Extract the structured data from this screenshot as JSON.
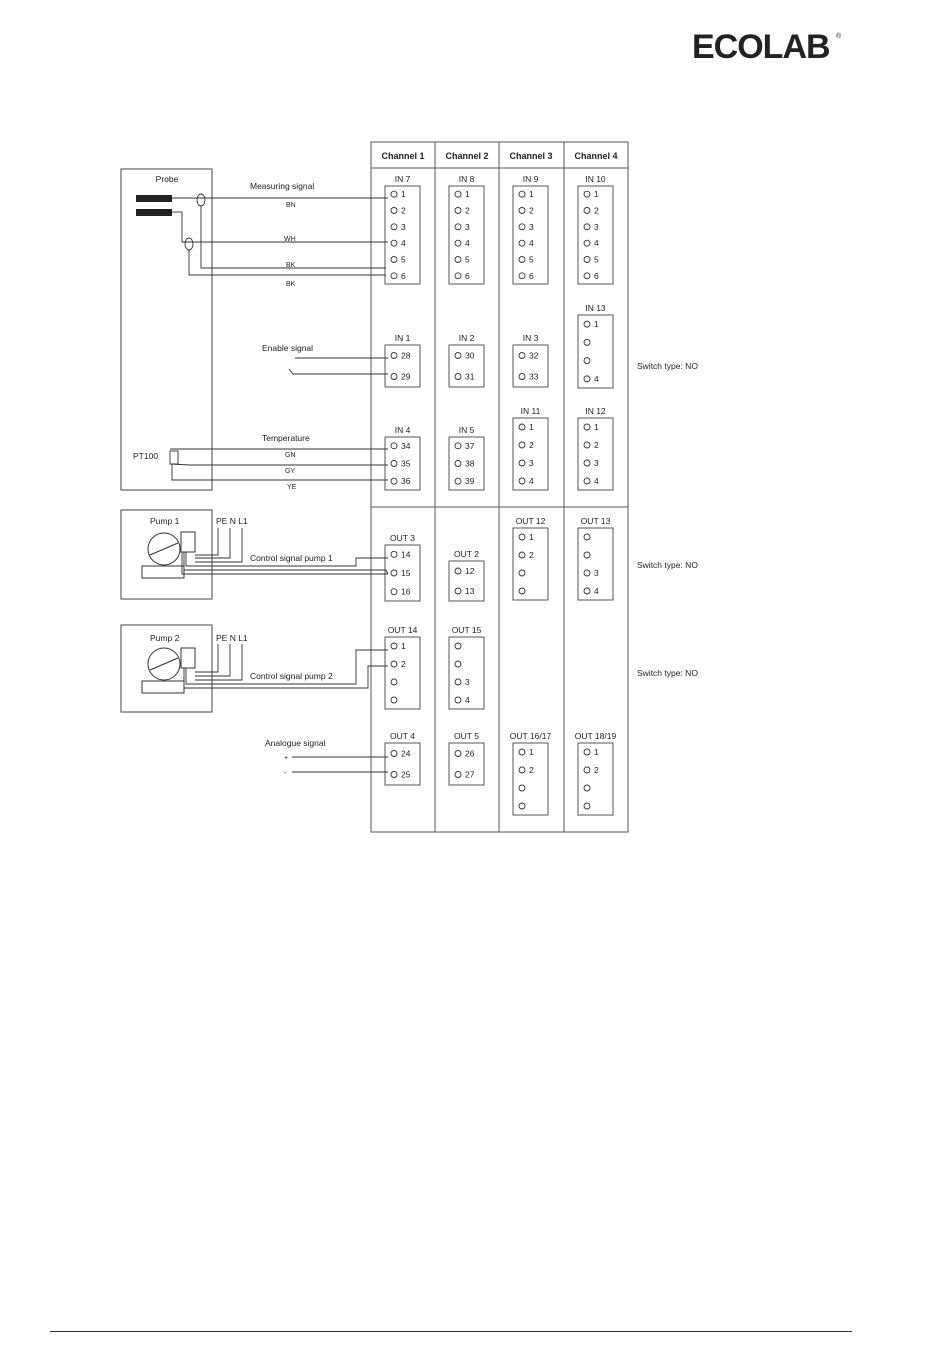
{
  "brand": {
    "name": "ECOLAB",
    "color": "#0a5aa8"
  },
  "channels": [
    "Channel 1",
    "Channel 2",
    "Channel 3",
    "Channel 4"
  ],
  "devices": {
    "probe": "Probe",
    "pt100": "PT100",
    "pump1": "Pump 1",
    "pump2": "Pump 2",
    "power": "PE N L1"
  },
  "signals": {
    "measuring": "Measuring signal",
    "bn": "BN",
    "wh": "WH",
    "bk1": "BK",
    "bk2": "BK",
    "enable": "Enable signal",
    "temperature": "Temperature",
    "gn": "GN",
    "gy": "GY",
    "ye": "YE",
    "control1": "Control signal pump 1",
    "control2": "Control signal pump 2",
    "analogue": "Analogue signal",
    "plus": "+",
    "minus": "-"
  },
  "switch_labels": [
    "Switch type: NO",
    "Switch type: NO",
    "Switch type: NO"
  ],
  "terminals": [
    {
      "label": "IN 7",
      "pins": [
        "1",
        "2",
        "3",
        "4",
        "5",
        "6"
      ]
    },
    {
      "label": "IN 8",
      "pins": [
        "1",
        "2",
        "3",
        "4",
        "5",
        "6"
      ]
    },
    {
      "label": "IN 9",
      "pins": [
        "1",
        "2",
        "3",
        "4",
        "5",
        "6"
      ]
    },
    {
      "label": "IN 10",
      "pins": [
        "1",
        "2",
        "3",
        "4",
        "5",
        "6"
      ]
    },
    {
      "label": "IN 13",
      "pins": [
        "1",
        "",
        "",
        "4"
      ]
    },
    {
      "label": "IN 1",
      "pins": [
        "28",
        "29"
      ]
    },
    {
      "label": "IN 2",
      "pins": [
        "30",
        "31"
      ]
    },
    {
      "label": "IN 3",
      "pins": [
        "32",
        "33"
      ]
    },
    {
      "label": "IN 4",
      "pins": [
        "34",
        "35",
        "36"
      ]
    },
    {
      "label": "IN 5",
      "pins": [
        "37",
        "38",
        "39"
      ]
    },
    {
      "label": "IN 11",
      "pins": [
        "1",
        "2",
        "3",
        "4"
      ]
    },
    {
      "label": "IN 12",
      "pins": [
        "1",
        "2",
        "3",
        "4"
      ]
    },
    {
      "label": "OUT 3",
      "pins": [
        "14",
        "15",
        "16"
      ]
    },
    {
      "label": "OUT 2",
      "pins": [
        "12",
        "13"
      ]
    },
    {
      "label": "OUT 12",
      "pins": [
        "1",
        "2",
        "",
        ""
      ]
    },
    {
      "label": "OUT 13",
      "pins": [
        "",
        "",
        "3",
        "4"
      ]
    },
    {
      "label": "OUT 14",
      "pins": [
        "1",
        "2",
        "",
        ""
      ]
    },
    {
      "label": "OUT 15",
      "pins": [
        "",
        "",
        "3",
        "4"
      ]
    },
    {
      "label": "OUT 4",
      "pins": [
        "24",
        "25"
      ]
    },
    {
      "label": "OUT 5",
      "pins": [
        "26",
        "27"
      ]
    },
    {
      "label": "OUT 16/17",
      "pins": [
        "1",
        "2",
        "",
        ""
      ]
    },
    {
      "label": "OUT 18/19",
      "pins": [
        "1",
        "2",
        "",
        ""
      ]
    }
  ]
}
